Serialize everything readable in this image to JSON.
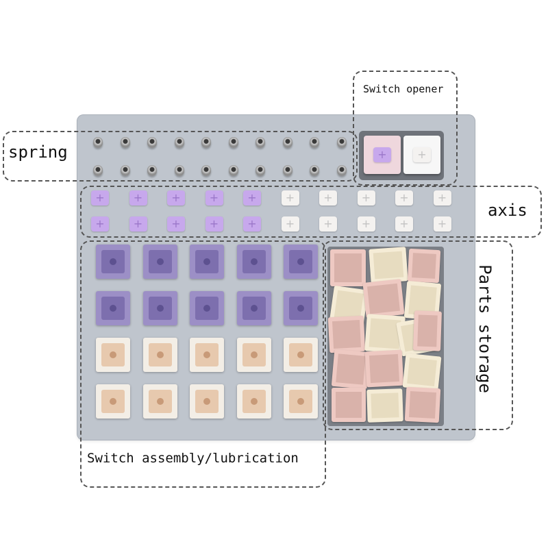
{
  "labels": {
    "spring": "spring",
    "axis": "axis",
    "switch_opener": "Switch opener",
    "parts_storage": "Parts storage",
    "switch_assembly": "Switch assembly/lubrication"
  },
  "colors": {
    "tray": "#bfc5cd",
    "purple_stem": "#c7a8ec",
    "white_stem": "#f4f2f0",
    "purple_housing": "#9c8fc6",
    "cream_housing": "#f3eee6",
    "pink_part": "#eec9c2",
    "cream_part": "#f5ecd6"
  },
  "springs": {
    "rows": 2,
    "per_row": 10
  },
  "axis": {
    "rows": 2,
    "purple_per_row": 5,
    "white_per_row": 5
  },
  "assembly": {
    "purple_rows": 2,
    "cream_rows": 2,
    "per_row": 5
  },
  "opener": {
    "keys": [
      "pink",
      "white"
    ]
  }
}
